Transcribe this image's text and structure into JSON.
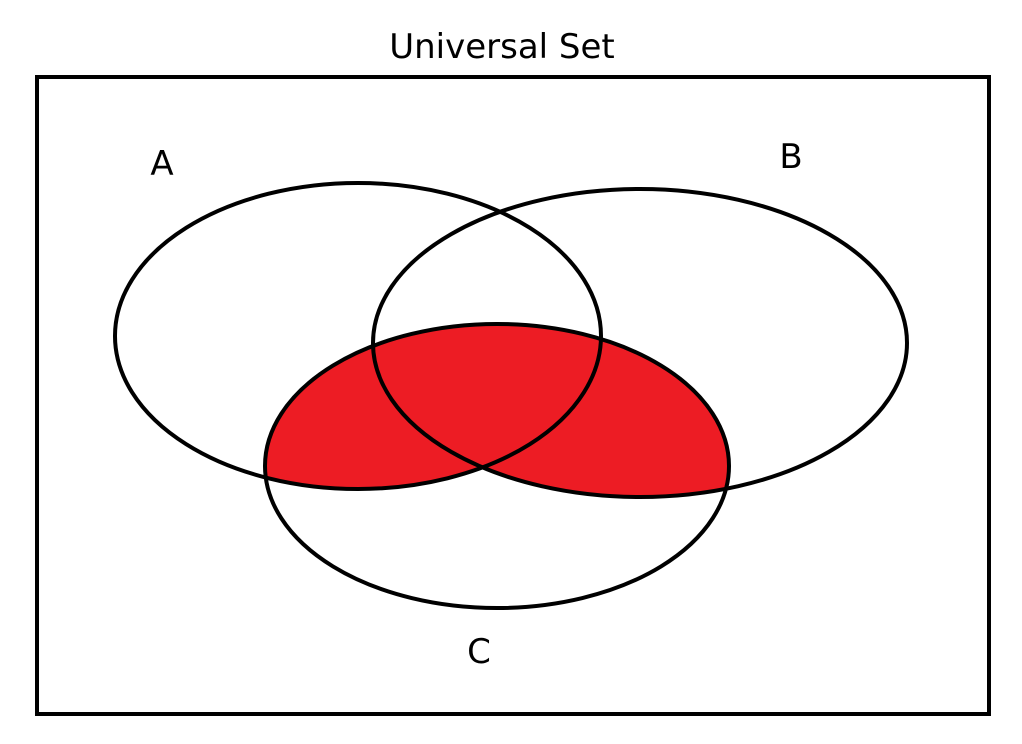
{
  "diagram": {
    "title": "Universal Set",
    "sets": [
      {
        "label": "A"
      },
      {
        "label": "B"
      },
      {
        "label": "C"
      }
    ],
    "shaded_region": "C ∩ (A ∪ B)",
    "colors": {
      "shade": "#ED1C24",
      "stroke": "#000000",
      "background": "#FFFFFF"
    }
  }
}
